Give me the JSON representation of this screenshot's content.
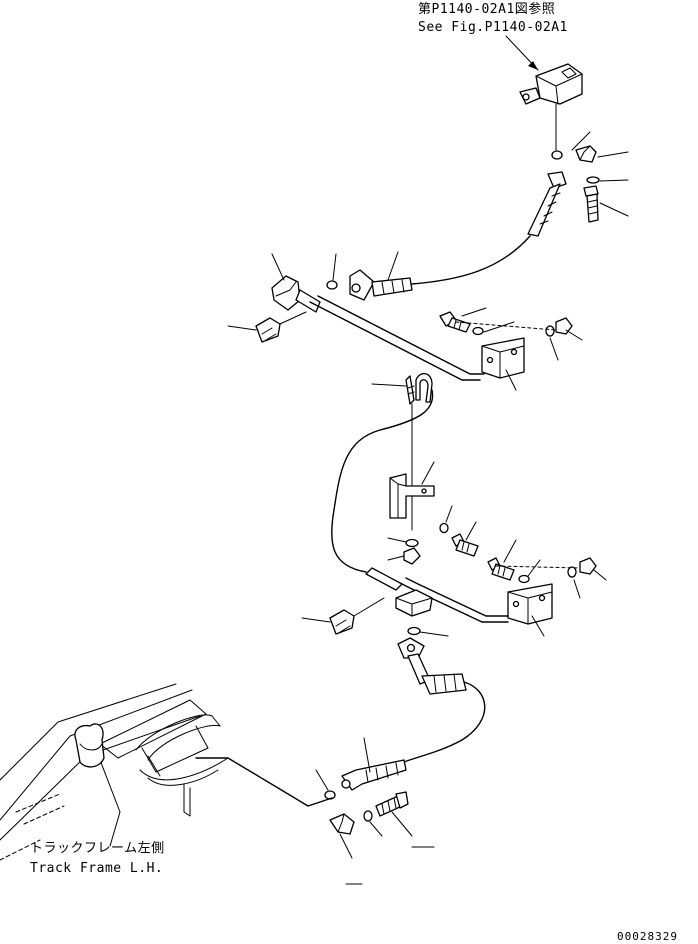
{
  "reference": {
    "line_jp": "第P1140-02A1図参照",
    "line_en": "See Fig.P1140-02A1"
  },
  "frame_label": {
    "line_jp": "トラックフレーム左側",
    "line_en": "Track Frame L.H."
  },
  "drawing_number": "00028329"
}
